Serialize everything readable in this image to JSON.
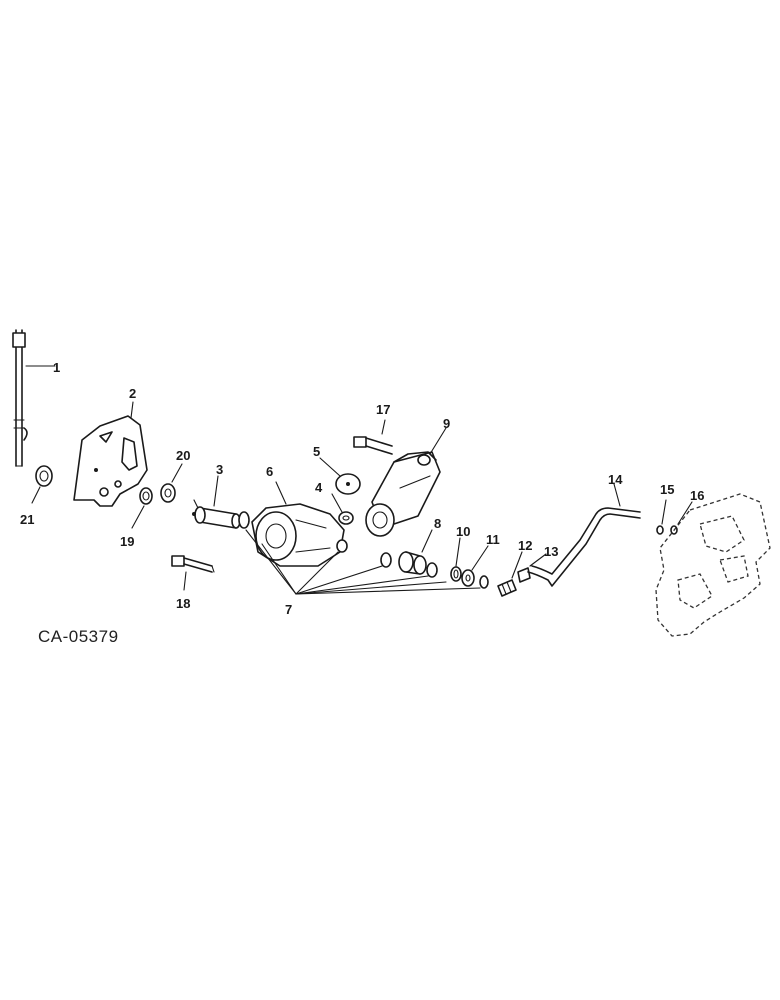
{
  "diagram": {
    "drawing_code": "CA-05379",
    "callouts": {
      "c1": "1",
      "c2": "2",
      "c3": "3",
      "c4": "4",
      "c5": "5",
      "c6": "6",
      "c7": "7",
      "c8": "8",
      "c9": "9",
      "c10": "10",
      "c11": "11",
      "c12": "12",
      "c13": "13",
      "c14": "14",
      "c15": "15",
      "c16": "16",
      "c17": "17",
      "c18": "18",
      "c19": "19",
      "c20": "20",
      "c21": "21"
    }
  }
}
